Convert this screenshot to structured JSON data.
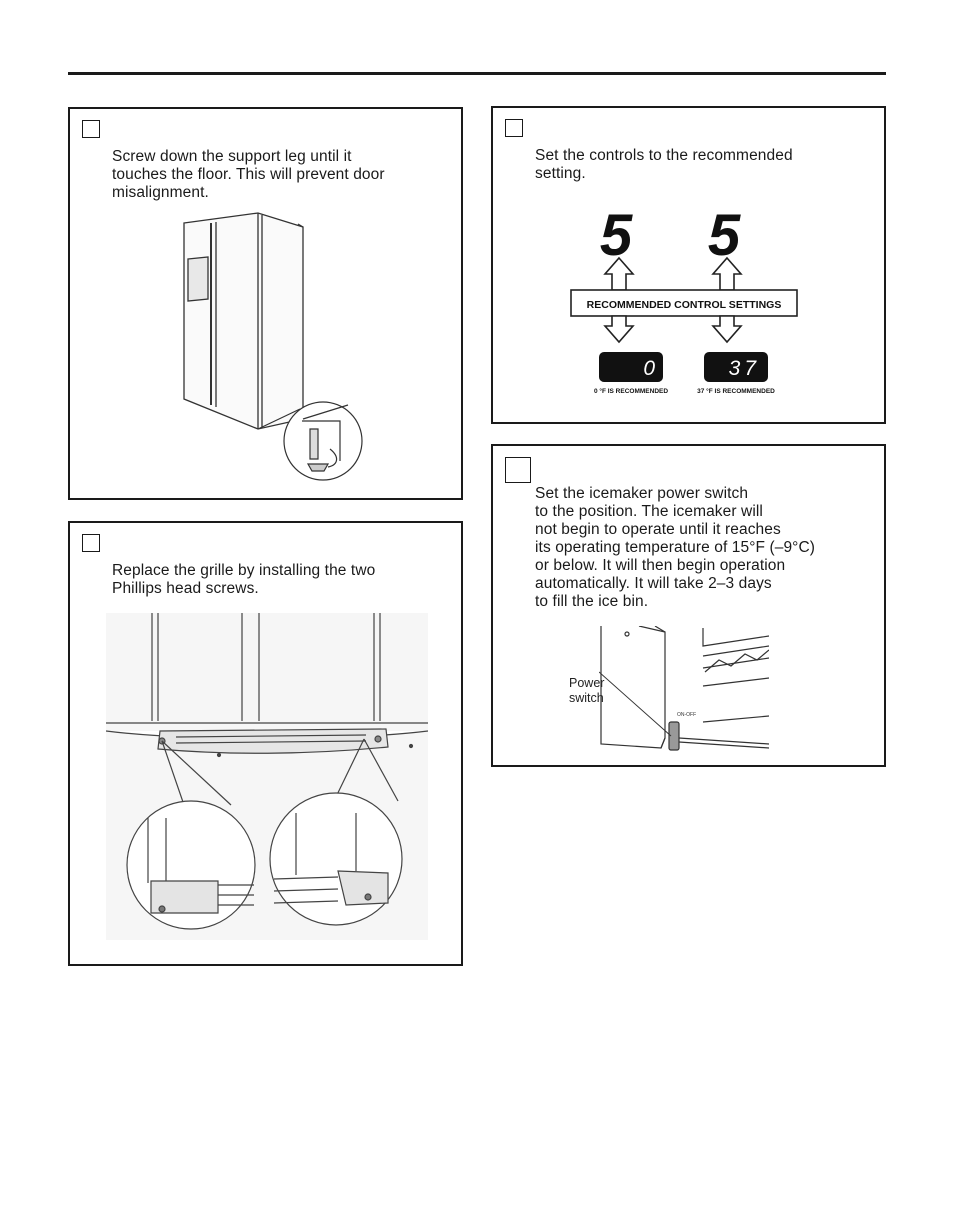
{
  "panels": {
    "support_leg": {
      "text": "Screw down the support leg until it\ntouches the floor. This will prevent door\nmisalignment."
    },
    "controls": {
      "text": "Set the controls to the recommended\nsetting.",
      "freezer_setting": "5",
      "fridge_setting": "5",
      "banner": "RECOMMENDED CONTROL SETTINGS",
      "display_freezer": "0",
      "display_fridge": "37",
      "caption_freezer": "0 °F IS RECOMMENDED",
      "caption_fridge": "37 °F IS RECOMMENDED"
    },
    "grille": {
      "text": "Replace the grille by installing the two\nPhillips head screws."
    },
    "icemaker": {
      "text": "Set the icemaker power switch\nto the        position. The icemaker will\nnot begin to operate until it reaches\nits operating temperature of 15°F (–9°C)\nor below. It will then begin operation\nautomatically. It will take 2–3 days\nto fill the ice bin.",
      "callout": "Power\nswitch",
      "switch_label": "ON-OFF"
    }
  }
}
